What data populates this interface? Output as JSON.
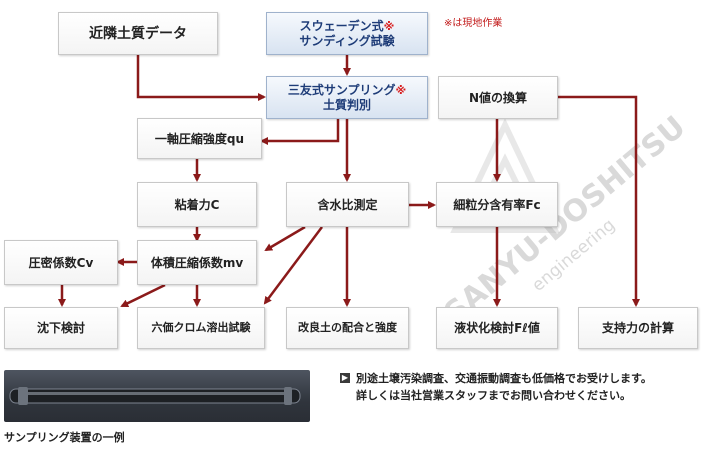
{
  "nodes": {
    "kinrin": "近隣土質データ",
    "swedish_line1": "スウェーデン式",
    "swedish_line2": "サンディング試験",
    "mitomo_line1": "三友式サンプリング",
    "mitomo_line2": "土質判別",
    "n_value": "N値の換算",
    "ichijiku": "一軸圧縮強度qu",
    "nenchaku": "粘着力C",
    "gansui": "含水比測定",
    "saryu": "細粒分含有率Fc",
    "mitsu": "圧密係数Cv",
    "taiseki": "体積圧縮係数mv",
    "chinka": "沈下検討",
    "rokka": "六価クロム溶出試験",
    "kairyo": "改良土の配合と強度",
    "ekijoka": "液状化検討Fℓ値",
    "shiji": "支持力の計算"
  },
  "star_mark": "※",
  "field_note": "※は現地作業",
  "watermark": {
    "line1": "SANYU-DOSHITSU",
    "line2": "engineering"
  },
  "info": {
    "bullet_icon": "right-triangle-icon",
    "line1": "別途土壌汚染調査、交通振動調査も低価格でお受けします。",
    "line2": "詳しくは当社営業スタッフまでお問い合わせください。"
  },
  "photo_caption": "サンプリング装置の一例",
  "colors": {
    "arrow": "#8b1a1a",
    "highlight_text": "#1e3c78",
    "note": "#c21a1a"
  }
}
